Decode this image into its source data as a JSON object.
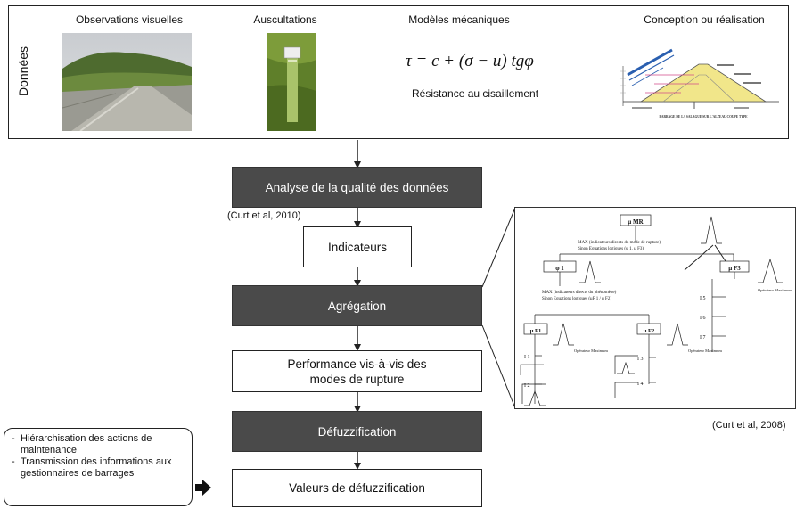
{
  "panel": {
    "side_label": "Données",
    "sources": [
      {
        "title": "Observations visuelles"
      },
      {
        "title": "Auscultations"
      },
      {
        "title": "Modèles mécaniques"
      },
      {
        "title": "Conception ou réalisation"
      }
    ],
    "formula": "τ = c + (σ − u) tgφ",
    "formula_caption": "Résistance au cisaillement",
    "drawing_caption": "BARRAGE DE LA SALAGUE SUR L'ALZEAU COUPE TYPE"
  },
  "flow": {
    "step1": "Analyse de la qualité des données",
    "ref1": "(Curt et al, 2010)",
    "step2": "Indicateurs",
    "step3": "Agrégation",
    "step4_line1": "Performance vis-à-vis des",
    "step4_line2": "modes de rupture",
    "step5": "Défuzzification",
    "step6": "Valeurs de défuzzification"
  },
  "inset": {
    "root": "μ MR",
    "root_rule_1": "MAX (indicateurs directs du mode de rupture)",
    "root_rule_2": "Sinon Equations logiques (φ 1, μ F3)",
    "phi": "φ 1",
    "phi_rule_1": "MAX (indicateurs directs du phénomène)",
    "phi_rule_2": "Sinon Equations logiques (μF 1 / μ F2)",
    "f1": "μ F1",
    "f2": "μ F2",
    "f3": "μ F3",
    "operator": "Opérateur Maximum",
    "i1": "I 1",
    "i2": "I 2",
    "i3": "I 3",
    "i4": "I 4",
    "i5": "I 5",
    "i6": "I 6",
    "i7": "I 7",
    "ref": "(Curt et al, 2008)"
  },
  "notes": [
    "Hiérarchisation des actions de maintenance",
    "Transmission des informations aux gestionnaires de barrages"
  ]
}
